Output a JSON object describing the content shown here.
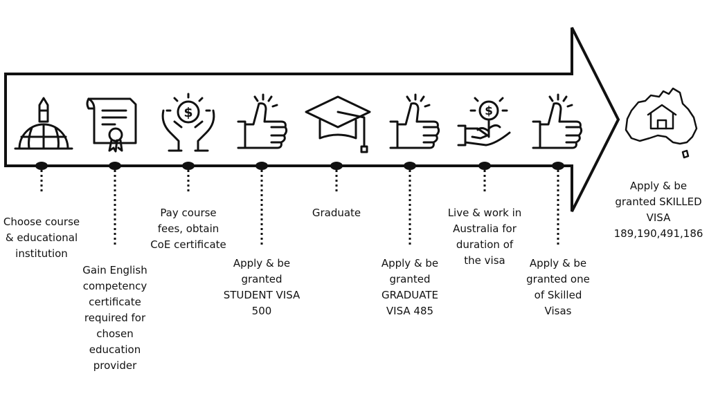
{
  "steps": [
    {
      "label": "Choose course\n& educational\ninstitution",
      "icon": "university-dome-icon"
    },
    {
      "label": "Gain English\ncompetency\ncertificate\nrequired for\nchosen\neducation\nprovider",
      "icon": "certificate-icon"
    },
    {
      "label": "Pay course\nfees, obtain\nCoE certificate",
      "icon": "money-hands-icon"
    },
    {
      "label": "Apply & be\ngranted\nSTUDENT VISA\n500",
      "icon": "thumbs-up-icon"
    },
    {
      "label": "Graduate",
      "icon": "graduation-cap-icon"
    },
    {
      "label": "Apply & be\ngranted\nGRADUATE\nVISA 485",
      "icon": "thumbs-up-icon"
    },
    {
      "label": "Live & work in\nAustralia for\nduration of\nthe visa",
      "icon": "money-plant-hand-icon"
    },
    {
      "label": "Apply & be\ngranted one\nof  Skilled\nVisas",
      "icon": "thumbs-up-icon"
    }
  ],
  "final": {
    "label": "Apply & be\ngranted SKILLED\nVISA\n189,190,491,186",
    "icon": "australia-home-icon"
  },
  "colors": {
    "stroke": "#111111",
    "background": "#ffffff"
  }
}
